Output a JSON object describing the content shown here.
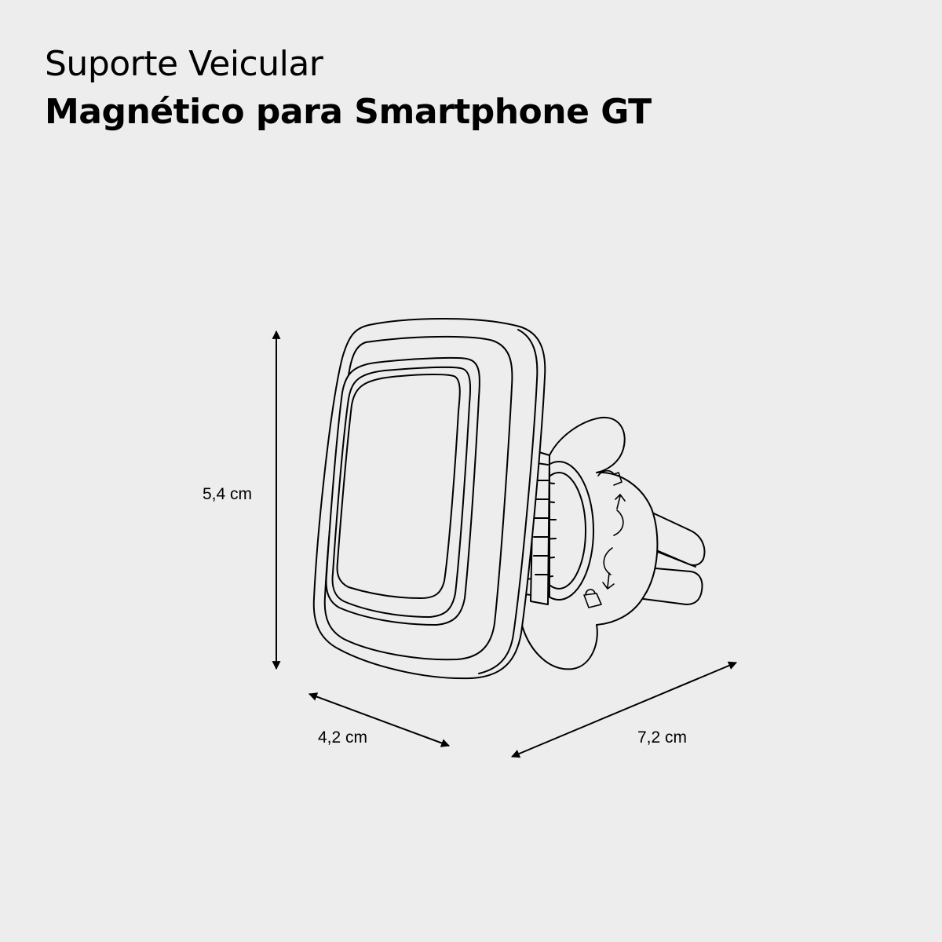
{
  "title": {
    "line1": "Suporte Veicular",
    "line2": "Magnético para Smartphone GT"
  },
  "dimensions": {
    "height": "5,4 cm",
    "width": "4,2 cm",
    "depth": "7,2 cm"
  },
  "colors": {
    "background": "#ededed",
    "stroke": "#000000",
    "fill": "#ededed"
  }
}
